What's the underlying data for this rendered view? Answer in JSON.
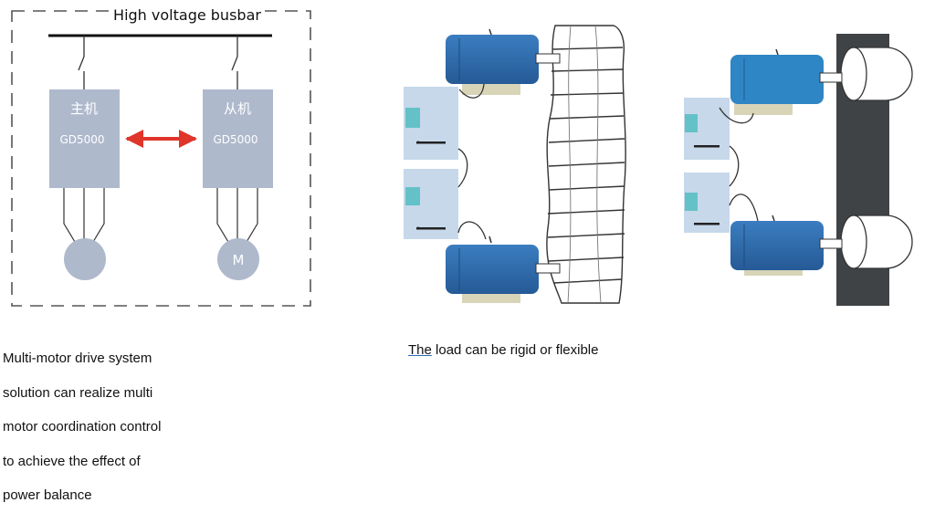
{
  "left_diagram": {
    "busbar_label": "High voltage busbar",
    "master": {
      "title": "主机",
      "model": "GD5000"
    },
    "slave": {
      "title": "从机",
      "model": "GD5000"
    },
    "slave_motor_label": "M"
  },
  "captions": {
    "left_lines": [
      "Multi-motor drive system",
      "solution can realize multi",
      "motor coordination control",
      "to achieve the effect of",
      "power balance"
    ],
    "mid_underlined": "The",
    "mid_rest": " load can be rigid or flexible"
  },
  "colors": {
    "drive_box": "#aeb9cc",
    "motor_body": "#2f6eaf",
    "inverter_panel": "#c6d8ea",
    "inverter_accent": "#64c1c7",
    "arrow": "#e0352b",
    "rigid_load": "#404346"
  }
}
